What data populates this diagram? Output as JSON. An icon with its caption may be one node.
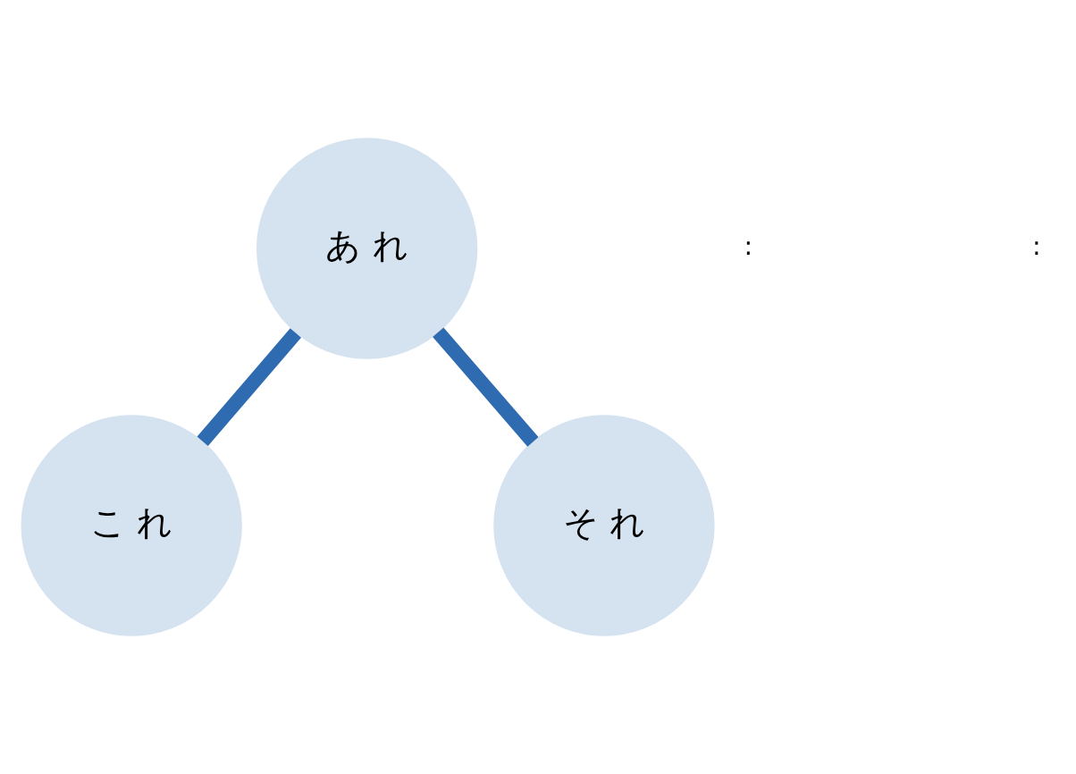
{
  "diagram": {
    "nodes": [
      {
        "text": [
          "あ れ"
        ]
      },
      {
        "text": [
          "こ れ"
        ]
      },
      {
        "text": [
          "そ れ"
        ]
      }
    ],
    "edges": [
      {
        "from": 0,
        "to": 1,
        "arrow": "none"
      },
      {
        "from": 0,
        "to": 2,
        "arrow": "none"
      }
    ],
    "labels": [
      ":",
      ":"
    ]
  }
}
